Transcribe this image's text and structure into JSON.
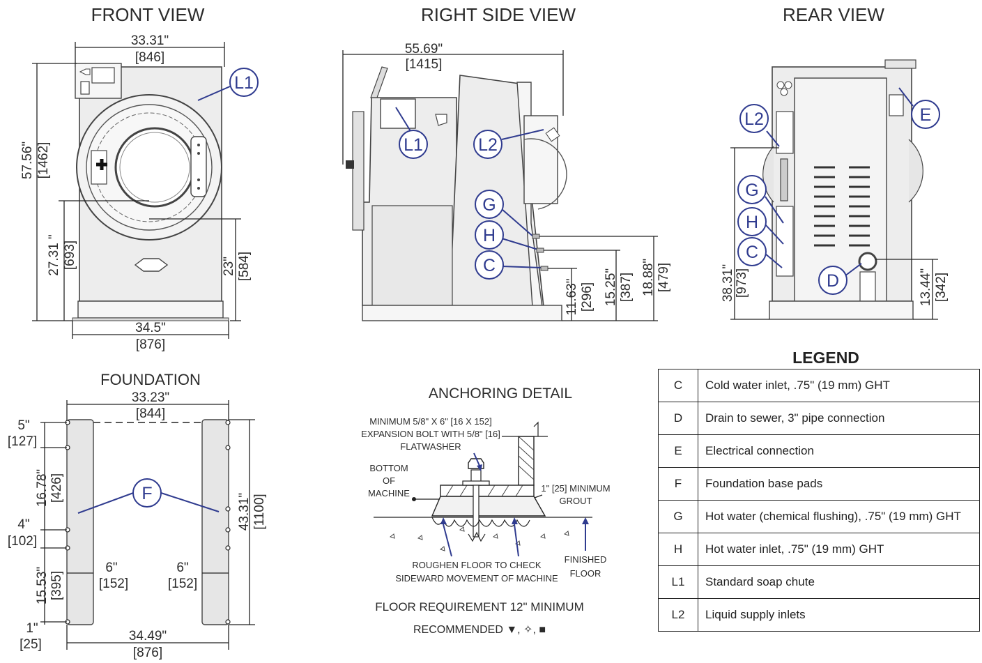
{
  "views": {
    "front": "FRONT VIEW",
    "right": "RIGHT SIDE VIEW",
    "rear": "REAR VIEW",
    "foundation": "FOUNDATION",
    "anchoring": "ANCHORING DETAIL"
  },
  "front_dims": {
    "width_top_in": "33.31\"",
    "width_top_mm": "[846]",
    "height_in": "57.56\"",
    "height_mm": "[1462]",
    "door_in": "27.31 \"",
    "door_mm": "[693]",
    "opening_in": "23\"",
    "opening_mm": "[584]",
    "base_in": "34.5\"",
    "base_mm": "[876]"
  },
  "side_dims": {
    "depth_in": "55.69\"",
    "depth_mm": "[1415]",
    "c_in": "11.63\"",
    "c_mm": "[296]",
    "h_in": "15.25\"",
    "h_mm": "[387]",
    "g_in": "18.88\"",
    "g_mm": "[479]"
  },
  "rear_dims": {
    "l2_in": "38.31\"",
    "l2_mm": "[973]",
    "d_in": "13.44\"",
    "d_mm": "[342]"
  },
  "foundation_dims": {
    "top_in": "33.23\"",
    "top_mm": "[844]",
    "a_in": "5\"",
    "a_mm": "[127]",
    "b_in": "16.78\"",
    "b_mm": "[426]",
    "c_in": "4\"",
    "c_mm": "[102]",
    "d_in": "15.53\"",
    "d_mm": "[395]",
    "e_in": "1\"",
    "e_mm": "[25]",
    "depth_in": "43.31\"",
    "depth_mm": "[1100]",
    "pad_l_in": "6\"",
    "pad_l_mm": "[152]",
    "pad_r_in": "6\"",
    "pad_r_mm": "[152]",
    "bottom_in": "34.49\"",
    "bottom_mm": "[876]"
  },
  "callouts": {
    "l1": "L1",
    "l2": "L2",
    "g": "G",
    "h": "H",
    "c": "C",
    "d": "D",
    "e": "E",
    "f": "F"
  },
  "anchoring": {
    "bolt1": "MINIMUM 5/8\" X 6\" [16 X 152]",
    "bolt2": "EXPANSION BOLT WITH 5/8\" [16]",
    "bolt3": "FLATWASHER",
    "bottom1": "BOTTOM",
    "bottom2": "OF",
    "bottom3": "MACHINE",
    "grout1": "1\" [25] MINIMUM",
    "grout2": "GROUT",
    "rough1": "ROUGHEN FLOOR TO CHECK",
    "rough2": "SIDEWARD MOVEMENT OF MACHINE",
    "finished1": "FINISHED",
    "finished2": "FLOOR",
    "req1": "FLOOR REQUIREMENT 12\" MINIMUM",
    "req2": "RECOMMENDED ▼, ✧, ■"
  },
  "legend": {
    "title": "LEGEND",
    "rows": [
      {
        "key": "C",
        "desc": "Cold water inlet, .75\" (19 mm) GHT"
      },
      {
        "key": "D",
        "desc": "Drain to sewer, 3\" pipe connection"
      },
      {
        "key": "E",
        "desc": "Electrical connection"
      },
      {
        "key": "F",
        "desc": "Foundation base pads"
      },
      {
        "key": "G",
        "desc": "Hot water (chemical flushing), .75\" (19 mm) GHT"
      },
      {
        "key": "H",
        "desc": "Hot water inlet, .75\" (19 mm) GHT"
      },
      {
        "key": "L1",
        "desc": "Standard soap chute"
      },
      {
        "key": "L2",
        "desc": "Liquid supply inlets"
      }
    ]
  },
  "colors": {
    "callout": "#2f3b8f",
    "machine_fill": "#ededed",
    "line": "#222222"
  }
}
